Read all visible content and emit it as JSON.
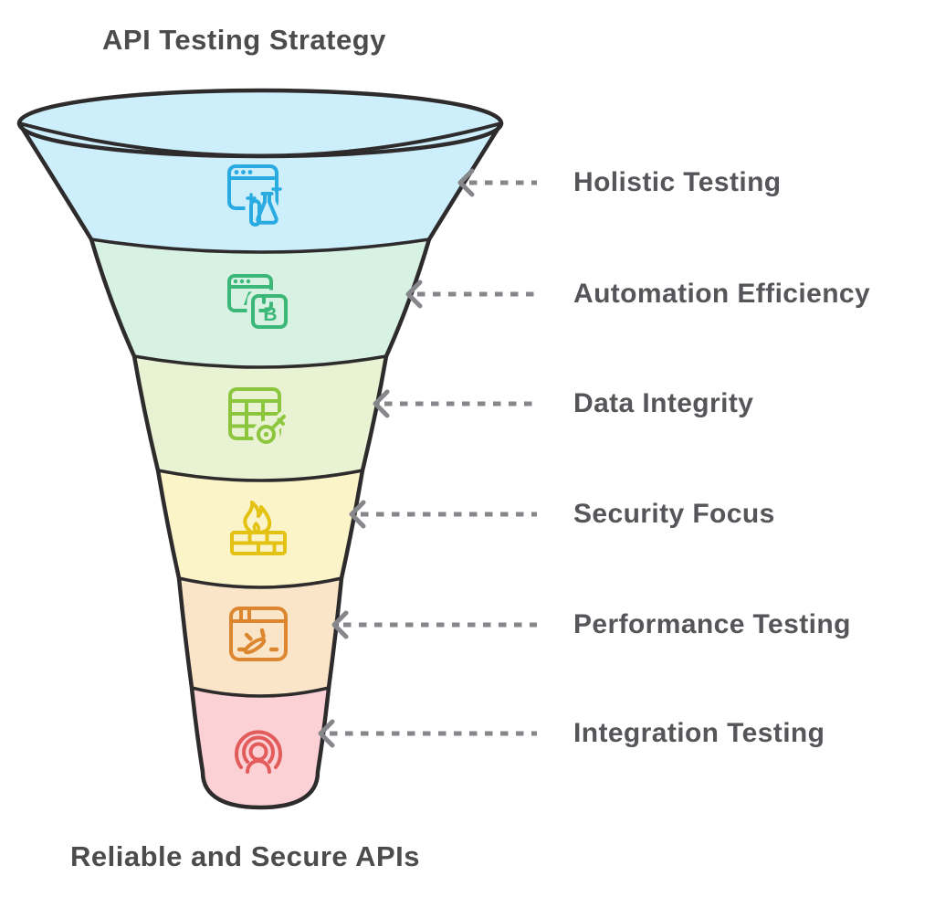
{
  "title": "API Testing Strategy",
  "footer": "Reliable and Secure APIs",
  "funnel": {
    "outline_color": "#2e2b2c",
    "levels": [
      {
        "label": "Holistic Testing",
        "fill": "#cdeefb",
        "icon": "browser-flask-icon",
        "icon_color": "#29abe2"
      },
      {
        "label": "Automation Efficiency",
        "fill": "#d7f1e2",
        "icon": "ab-test-windows-icon",
        "icon_color": "#3bb878"
      },
      {
        "label": "Data Integrity",
        "fill": "#e9f3d3",
        "icon": "table-key-icon",
        "icon_color": "#8cc63f"
      },
      {
        "label": "Security Focus",
        "fill": "#fbf4c9",
        "icon": "firewall-flame-icon",
        "icon_color": "#e4c214"
      },
      {
        "label": "Performance Testing",
        "fill": "#fbe5c8",
        "icon": "speedometer-window-icon",
        "icon_color": "#dd8630"
      },
      {
        "label": "Integration Testing",
        "fill": "#fcd1d5",
        "icon": "broadcast-person-icon",
        "icon_color": "#e25c5c"
      }
    ]
  },
  "connector": {
    "color": "#85878b",
    "style": "dashed",
    "direction": "left"
  },
  "text_colors": {
    "title": "#4c4c4f",
    "labels": "#56565a"
  }
}
